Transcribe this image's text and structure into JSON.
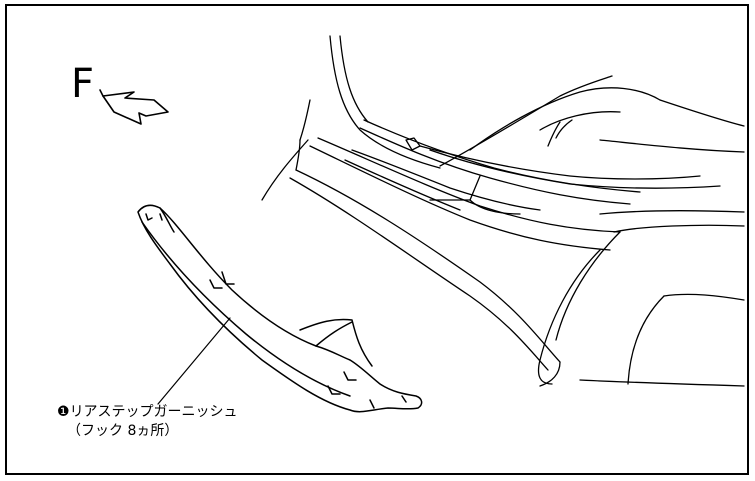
{
  "direction_label": "F",
  "part": {
    "number": "❶",
    "name": "リアステップガーニッシュ",
    "note": "（フック 8ヵ所）"
  },
  "colors": {
    "line": "#000000",
    "background": "#ffffff",
    "frame": "#000000"
  }
}
